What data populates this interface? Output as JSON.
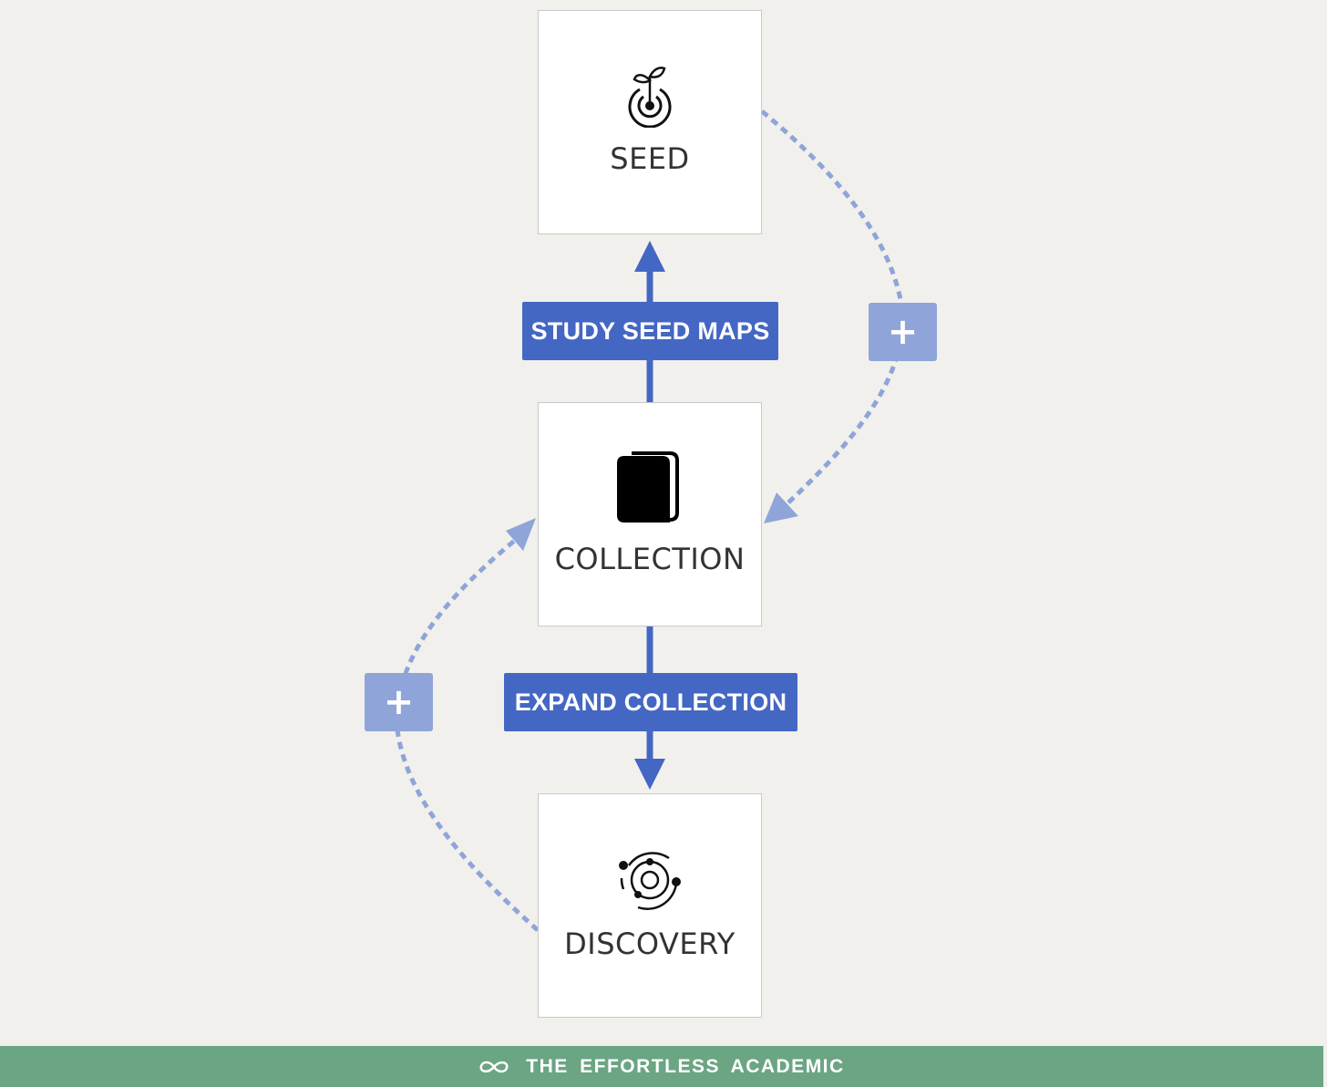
{
  "nodes": {
    "seed": {
      "label": "SEED",
      "icon": "sprout-target-icon"
    },
    "collection": {
      "label": "COLLECTION",
      "icon": "book-icon"
    },
    "discovery": {
      "label": "DISCOVERY",
      "icon": "orbit-icon"
    }
  },
  "steps": {
    "study": {
      "label": "STUDY SEED MAPS"
    },
    "expand": {
      "label": "EXPAND COLLECTION"
    }
  },
  "feedback": {
    "right_badge": "+",
    "left_badge": "+"
  },
  "footer": {
    "brand": "THE EFFORTLESS ACADEMIC",
    "icon": "infinity-icon"
  },
  "colors": {
    "background": "#f1f0ec",
    "primary_arrow": "#4467c4",
    "dashed_arrow": "#8fa4d9",
    "footer": "#6ba583",
    "node_fill": "#ffffff"
  }
}
